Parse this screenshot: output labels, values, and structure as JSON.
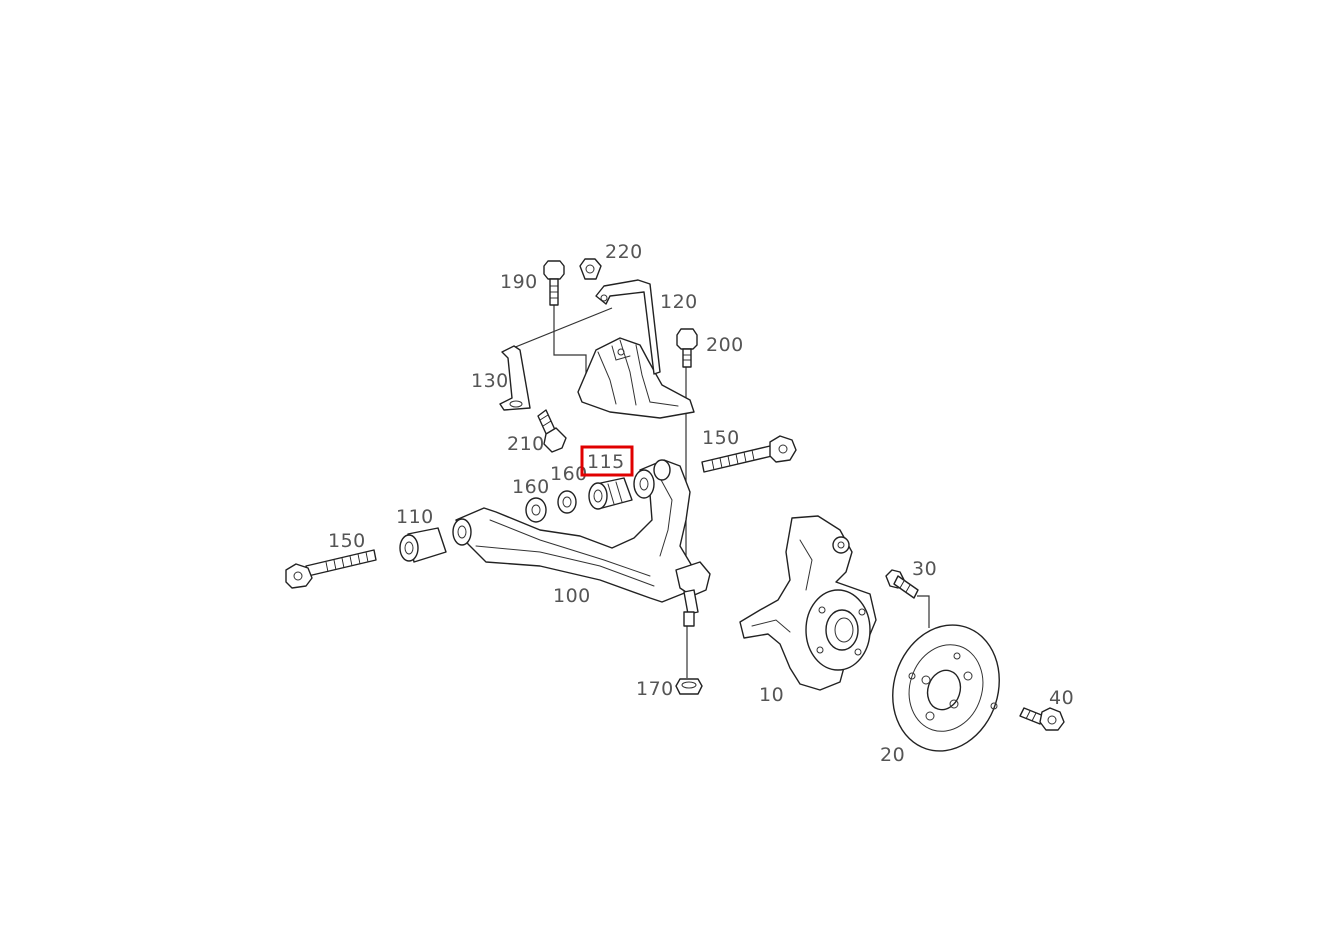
{
  "diagram": {
    "highlight_color": "#e00000",
    "highlighted_part": "115",
    "callouts": {
      "p10": "10",
      "p20": "20",
      "p30": "30",
      "p40": "40",
      "p100": "100",
      "p110": "110",
      "p115": "115",
      "p120": "120",
      "p130": "130",
      "p150_front": "150",
      "p150_rear": "150",
      "p160_a": "160",
      "p160_b": "160",
      "p170": "170",
      "p190": "190",
      "p200": "200",
      "p210": "210",
      "p220": "220"
    }
  }
}
